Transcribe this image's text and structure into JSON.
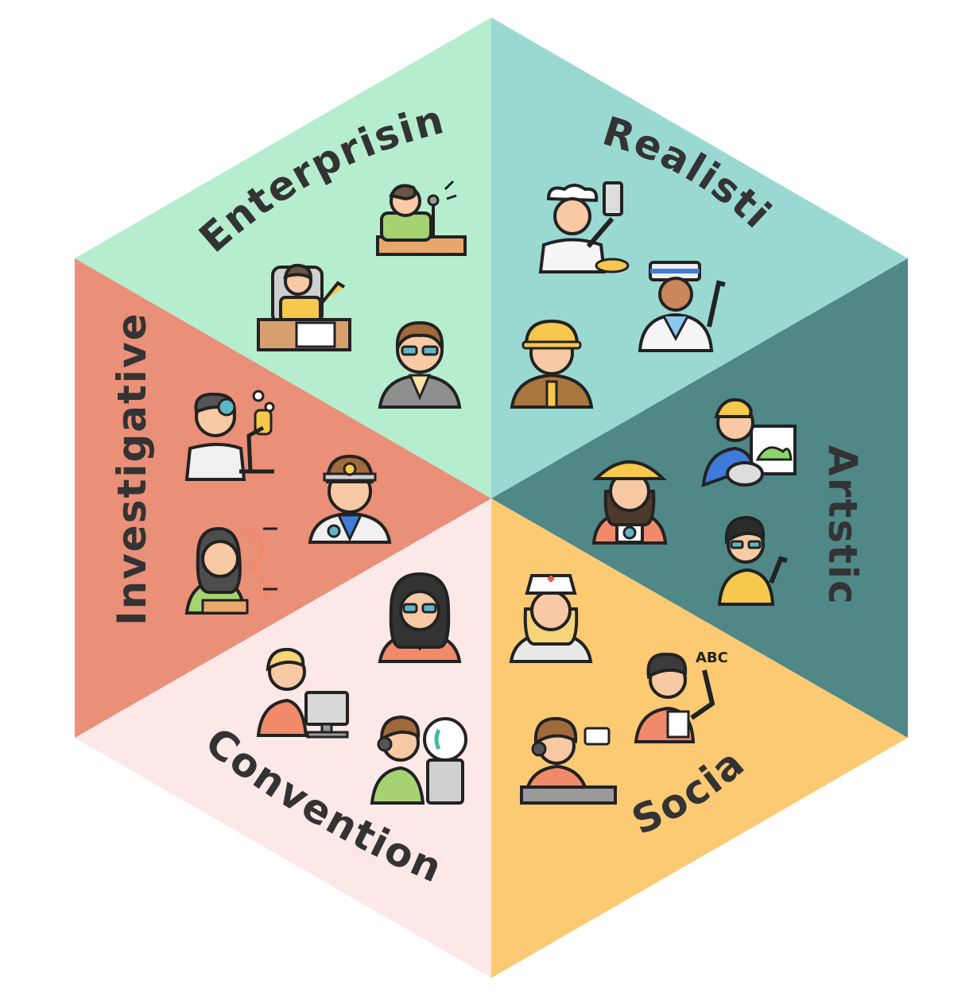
{
  "diagram": {
    "segments": [
      {
        "id": "enterprising",
        "label": "Enterprising",
        "color": "#b5edce",
        "icons": [
          "speaker-at-podium-icon",
          "manager-at-desk-icon",
          "businessman-with-glasses-icon"
        ]
      },
      {
        "id": "realistic",
        "label": "Realistic",
        "color": "#9ad9d2",
        "icons": [
          "chef-icon",
          "sailor-icon",
          "construction-worker-icon"
        ]
      },
      {
        "id": "artistic",
        "label": "Artstic",
        "color": "#4f8886",
        "icons": [
          "painter-at-easel-icon",
          "photographer-icon",
          "performer-icon"
        ]
      },
      {
        "id": "social",
        "label": "Social",
        "color": "#fdca74",
        "icons": [
          "nurse-icon",
          "teacher-icon",
          "customer-service-agent-icon"
        ]
      },
      {
        "id": "conventional",
        "label": "Conventional",
        "color": "#fde8e8",
        "icons": [
          "office-clerk-at-computer-icon",
          "call-center-operator-icon",
          "woman-with-glasses-icon"
        ]
      },
      {
        "id": "investigative",
        "label": "Investigative",
        "color": "#ea8f78",
        "icons": [
          "scientist-with-microscope-icon",
          "doctor-icon",
          "researcher-dna-icon"
        ]
      }
    ]
  }
}
